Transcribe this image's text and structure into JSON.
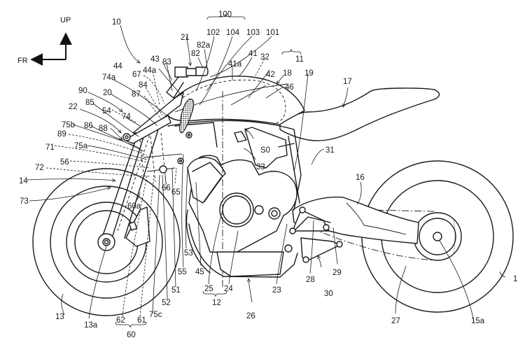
{
  "figure": {
    "type": "patent-drawing",
    "subject": "motorcycle side view"
  },
  "orientation": {
    "up_label": "UP",
    "front_label": "FR"
  },
  "labels": {
    "l10": "10",
    "l100": "100",
    "l102": "102",
    "l104": "104",
    "l103": "103",
    "l101": "101",
    "l21": "21",
    "l82a": "82a",
    "l82": "82",
    "l43": "43",
    "l83": "83",
    "l41": "41",
    "l41a": "41a",
    "l32": "32",
    "l11": "11",
    "l18": "18",
    "l19": "19",
    "l42": "42",
    "l46": "46",
    "l17": "17",
    "l44": "44",
    "l67": "67",
    "l44a": "44a",
    "l74a": "74a",
    "l84": "84",
    "l87": "87",
    "l90": "90",
    "l20": "20",
    "l85": "85",
    "l54": "54",
    "l74": "74",
    "l22": "22",
    "l75b": "75b",
    "l86": "86",
    "l88": "88",
    "l89": "89",
    "l75a": "75a",
    "l71": "71",
    "l56": "56",
    "l72": "72",
    "l14": "14",
    "l73": "73",
    "l60a": "60a",
    "l66": "66",
    "l65": "65",
    "lS0": "S0",
    "l33": "33",
    "l31": "31",
    "l16": "16",
    "l53": "53",
    "l55": "55",
    "l45": "45",
    "l51": "51",
    "l52": "52",
    "l25": "25",
    "l24": "24",
    "l12": "12",
    "l26": "26",
    "l23": "23",
    "l28": "28",
    "l29": "29",
    "l30": "30",
    "l27": "27",
    "l15a": "15a",
    "l15": "1",
    "l13": "13",
    "l13a": "13a",
    "l62": "62",
    "l61": "61",
    "l75c": "75c",
    "l60": "60"
  }
}
